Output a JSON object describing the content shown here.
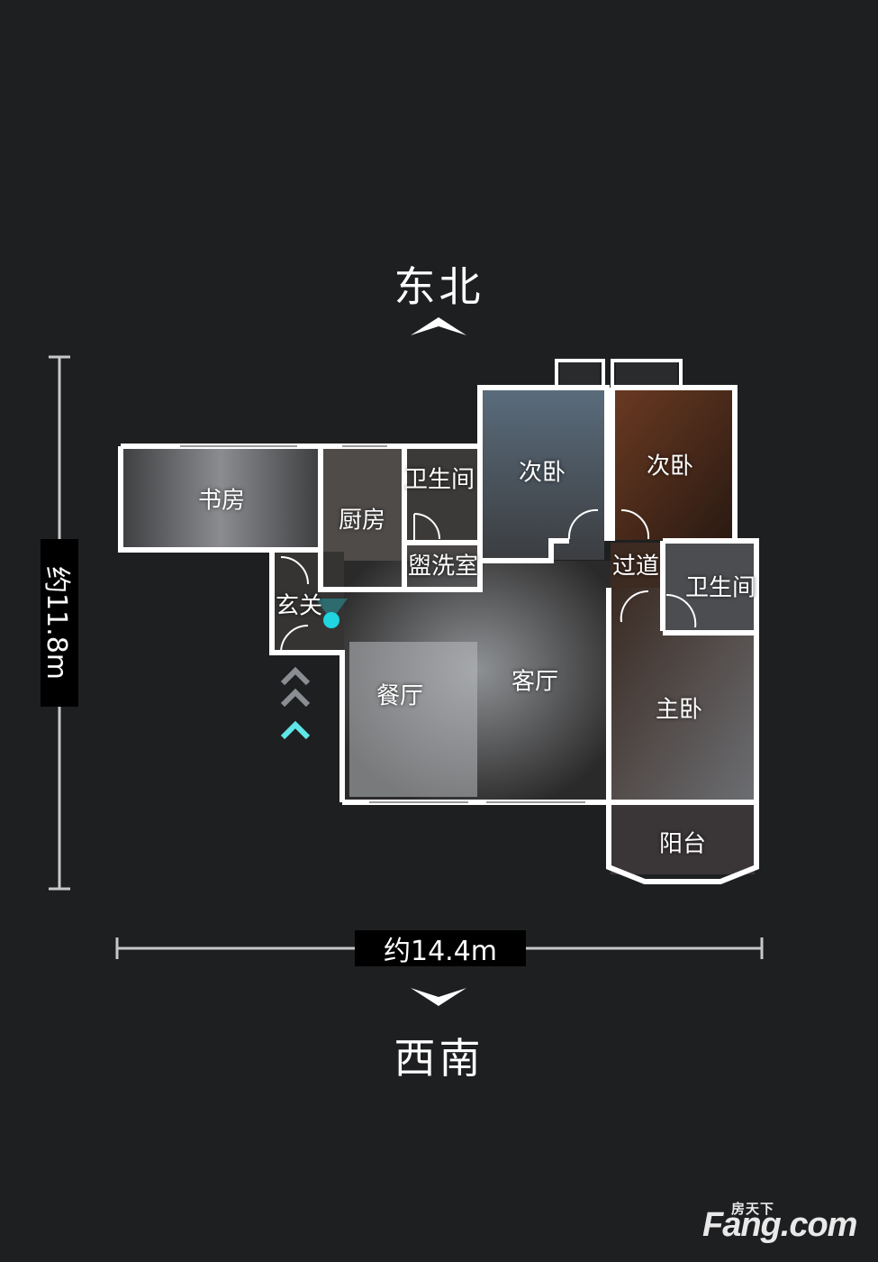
{
  "orientation": {
    "top": "东北",
    "bottom": "西南"
  },
  "dimensions": {
    "width": "约14.4m",
    "height": "约11.8m"
  },
  "rooms": {
    "study": "书房",
    "kitchen": "厨房",
    "bathroom_a": "卫生间",
    "washroom": "盥洗室",
    "bedroom_2a": "次卧",
    "bedroom_2b": "次卧",
    "corridor": "过道",
    "bathroom_b": "卫生间",
    "entrance": "玄关",
    "dining": "餐厅",
    "living": "客厅",
    "master_bedroom": "主卧",
    "balcony": "阳台"
  },
  "watermark": {
    "cn": "房天下",
    "en": "Fang.com"
  },
  "colors": {
    "background": "#1e1f21",
    "wall": "#ffffff",
    "position_marker": "#20d4e0",
    "entry_arrow_active": "#5fe6e8",
    "entry_arrow_inactive": "#8a8d92"
  }
}
